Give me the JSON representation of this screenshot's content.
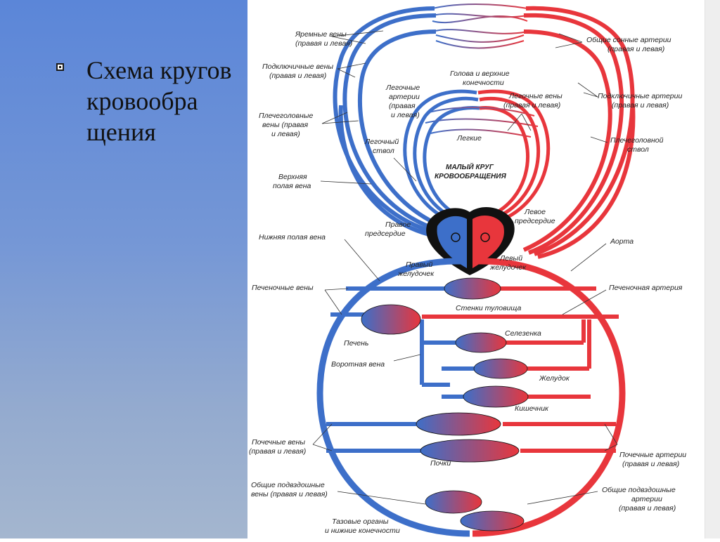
{
  "slide": {
    "bullet_text": "Схема кругов кровообра щения"
  },
  "colors": {
    "vein": "#3d6fc9",
    "artery": "#e8363c",
    "heart_outline": "#111111",
    "panel": "#6e90d6"
  },
  "labels": {
    "jugular_1": "Яремные вены",
    "jugular_2": "(правая и левая)",
    "subclavian_v_1": "Подключичные вены",
    "subclavian_v_2": "(правая и левая)",
    "head_1": "Голова и верхние",
    "head_2": "конечности",
    "carotid_1": "Общие сонные артерии",
    "carotid_2": "(правая и левая)",
    "pulm_art_1": "Легочные",
    "pulm_art_2": "артерии",
    "pulm_art_3": "(правая",
    "pulm_art_4": "и левая)",
    "pulm_veins_1": "Легочные вены",
    "pulm_veins_2": "(правая и левая)",
    "subclavian_a_1": "Подключичные артерии",
    "subclavian_a_2": "(правая и левая)",
    "brachio_v_1": "Плечеголовные",
    "brachio_v_2": "вены (правая",
    "brachio_v_3": "и левая)",
    "lungs": "Легкие",
    "brachio_trunk_1": "Плечеголовной",
    "brachio_trunk_2": "ствол",
    "pulm_trunk_1": "Легочный",
    "pulm_trunk_2": "ствол",
    "small_circle_1": "МАЛЫЙ КРУГ",
    "small_circle_2": "КРОВООБРАЩЕНИЯ",
    "svc_1": "Верхняя",
    "svc_2": "полая вена",
    "la_1": "Левое",
    "la_2": "предсердие",
    "ra_1": "Правое",
    "ra_2": "предсердие",
    "ivc": "Нижняя полая вена",
    "aorta": "Аорта",
    "rv_1": "Правый",
    "rv_2": "желудочек",
    "lv_1": "Левый",
    "lv_2": "желудочек",
    "hepatic_veins": "Печеночные вены",
    "hepatic_artery": "Печеночная артерия",
    "trunk_walls": "Стенки туловища",
    "liver": "Печень",
    "spleen": "Селезенка",
    "portal_vein": "Воротная вена",
    "stomach": "Желудок",
    "intestine": "Кишечник",
    "renal_v_1": "Почечные вены",
    "renal_v_2": "(правая и левая)",
    "kidneys": "Почки",
    "renal_a_1": "Почечные артерии",
    "renal_a_2": "(правая и левая)",
    "iliac_v_1": "Общие подвздошные",
    "iliac_v_2": "вены (правая и левая)",
    "iliac_a_1": "Общие подвздошные",
    "iliac_a_2": "артерии",
    "iliac_a_3": "(правая и левая)",
    "pelvis_1": "Тазовые органы",
    "pelvis_2": "и нижние конечности"
  }
}
